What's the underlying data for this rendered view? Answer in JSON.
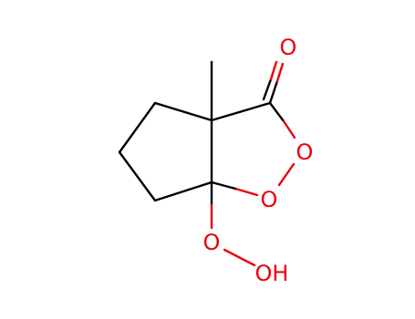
{
  "molecule": {
    "colors": {
      "carbon_bond": "#000000",
      "oxygen": "#e8000b",
      "background": "#ffffff"
    },
    "atoms": [
      {
        "id": "o_carbonyl",
        "element": "O",
        "label": "O"
      },
      {
        "id": "o_ring_upper",
        "element": "O",
        "label": "O"
      },
      {
        "id": "o_ring_lower",
        "element": "O",
        "label": "O"
      },
      {
        "id": "o_peroxy",
        "element": "O",
        "label": "O"
      },
      {
        "id": "o_hydroxyl",
        "element": "O",
        "label": "OH"
      }
    ]
  }
}
